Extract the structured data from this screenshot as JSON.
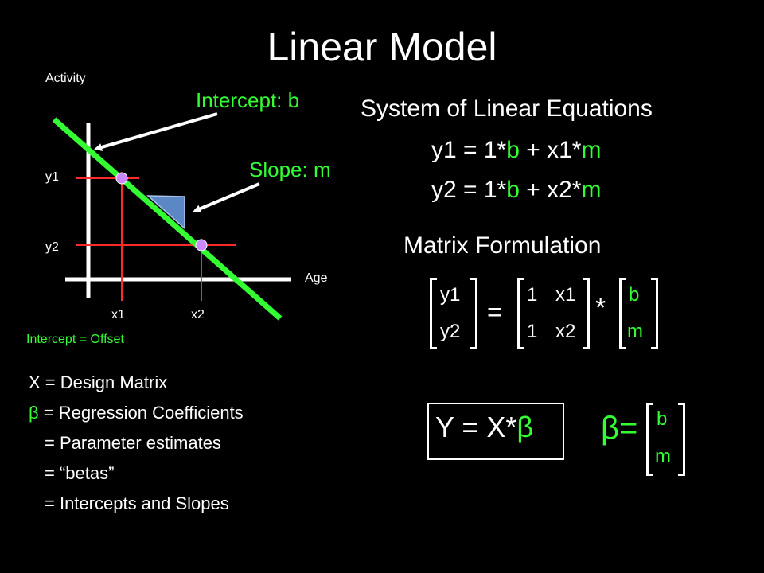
{
  "title": "Linear Model",
  "plot": {
    "y_axis_label": "Activity",
    "x_axis_label": "Age",
    "y1": "y1",
    "y2": "y2",
    "x1": "x1",
    "x2": "x2",
    "intercept_label": "Intercept: b",
    "slope_label": "Slope: m",
    "intercept_note": "Intercept = Offset"
  },
  "system": {
    "heading": "System of Linear Equations",
    "eq1": {
      "a": "y1 = 1*",
      "b": "b",
      "c": " + x1*",
      "m": "m"
    },
    "eq2": {
      "a": "y2 = 1*",
      "b": "b",
      "c": " + x2*",
      "m": "m"
    }
  },
  "matrix": {
    "heading": "Matrix Formulation",
    "y": [
      "y1",
      "y2"
    ],
    "equals": "=",
    "X": [
      [
        "1",
        "x1"
      ],
      [
        "1",
        "x2"
      ]
    ],
    "times": "*",
    "beta": [
      "b",
      "m"
    ]
  },
  "definitions": [
    "X = Design Matrix",
    "= Regression Coefficients",
    "= Parameter estimates",
    "= “betas”",
    "= Intercepts and Slopes"
  ],
  "beta_symbol": "β",
  "model": {
    "lhs": "Y = X*",
    "beta": "β"
  },
  "beta_def": {
    "beta": "β",
    "eq": "=",
    "v": [
      "b",
      "m"
    ]
  },
  "colors": {
    "green": "#33ff33",
    "red": "#ff2a2a",
    "point": "#cc88ff",
    "triangle": "#5b87c5"
  }
}
